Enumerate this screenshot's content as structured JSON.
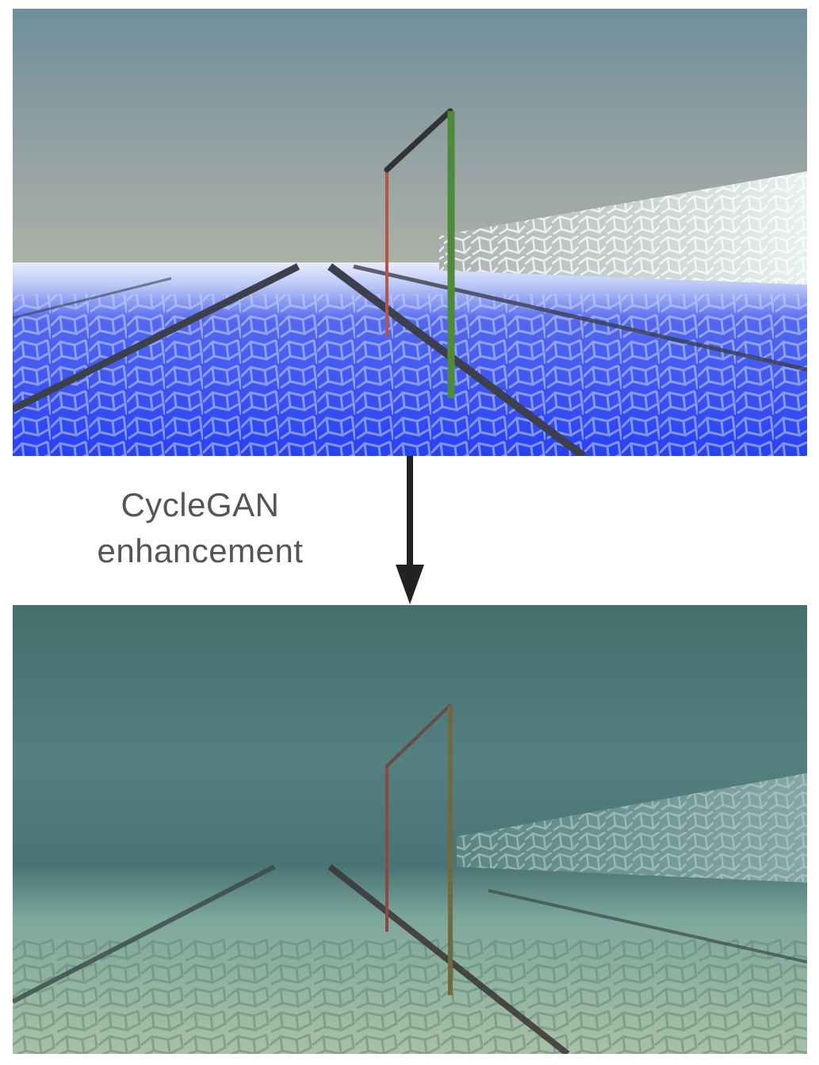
{
  "caption": {
    "line1": "CycleGAN",
    "line2": "enhancement"
  },
  "colors": {
    "sim_sky_top": "#6f8e9b",
    "sim_sky_bottom": "#a8aca4",
    "sim_floor": "#2b44f2",
    "real_water": "#4f7d7c",
    "real_floor": "#9fb9a0",
    "gate_left_post": "#b0564c",
    "gate_right_post": "#4e8a3a",
    "gate_top_bar": "#333333",
    "arrow": "#222222"
  },
  "images": [
    {
      "id": "simulated-scene",
      "description_icon": "gate-render-icon"
    },
    {
      "id": "enhanced-scene",
      "description_icon": "gate-underwater-icon"
    }
  ]
}
